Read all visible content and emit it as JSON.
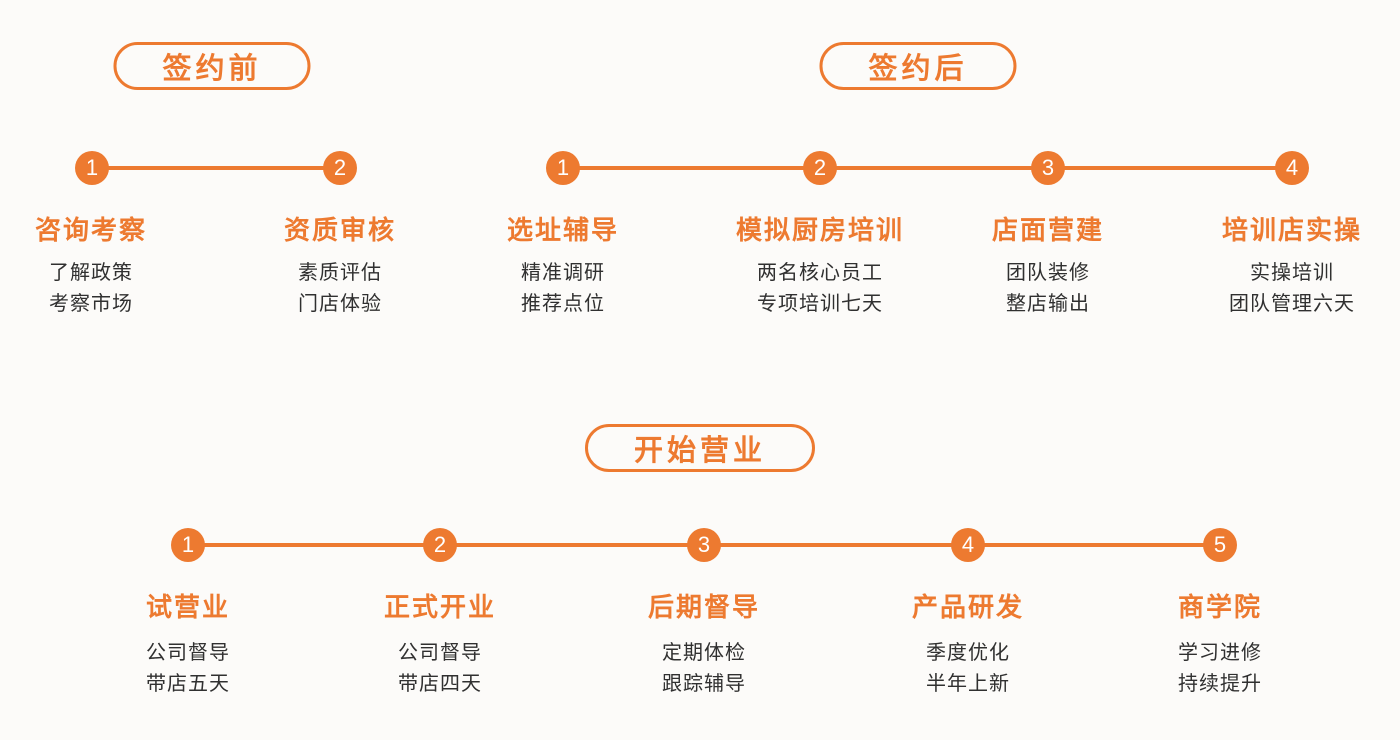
{
  "page": {
    "accent_color": "#ed7a30",
    "background_color": "#fcfbf9",
    "text_color": "#303030"
  },
  "sections": [
    {
      "title": "签约前",
      "steps": [
        {
          "number": "1",
          "title": "咨询考察",
          "desc_lines": [
            "了解政策",
            "考察市场"
          ]
        },
        {
          "number": "2",
          "title": "资质审核",
          "desc_lines": [
            "素质评估",
            "门店体验"
          ]
        }
      ]
    },
    {
      "title": "签约后",
      "steps": [
        {
          "number": "1",
          "title": "选址辅导",
          "desc_lines": [
            "精准调研",
            "推荐点位"
          ]
        },
        {
          "number": "2",
          "title": "模拟厨房培训",
          "desc_lines": [
            "两名核心员工",
            "专项培训七天"
          ]
        },
        {
          "number": "3",
          "title": "店面营建",
          "desc_lines": [
            "团队装修",
            "整店输出"
          ]
        },
        {
          "number": "4",
          "title": "培训店实操",
          "desc_lines": [
            "实操培训",
            "团队管理六天"
          ]
        }
      ]
    },
    {
      "title": "开始营业",
      "steps": [
        {
          "number": "1",
          "title": "试营业",
          "desc_lines": [
            "公司督导",
            "带店五天"
          ]
        },
        {
          "number": "2",
          "title": "正式开业",
          "desc_lines": [
            "公司督导",
            "带店四天"
          ]
        },
        {
          "number": "3",
          "title": "后期督导",
          "desc_lines": [
            "定期体检",
            "跟踪辅导"
          ]
        },
        {
          "number": "4",
          "title": "产品研发",
          "desc_lines": [
            "季度优化",
            "半年上新"
          ]
        },
        {
          "number": "5",
          "title": "商学院",
          "desc_lines": [
            "学习进修",
            "持续提升"
          ]
        }
      ]
    }
  ]
}
